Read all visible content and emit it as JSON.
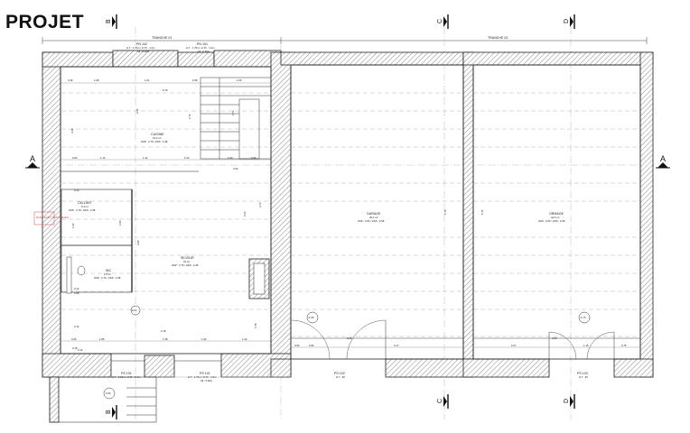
{
  "title": "PROJET",
  "sections": {
    "A": "A",
    "B": "B",
    "C": "C",
    "D": "D"
  },
  "tranches": {
    "t1": "TRANCHE 01",
    "t2": "TRANCHE 02"
  },
  "rooms": {
    "cuisine": {
      "name": "CUISINE",
      "area": "15,2 m²",
      "hsp": "HSP : 2.76 / HSS : 2.38"
    },
    "cellier": {
      "name": "CELLIER",
      "area": "5,4 m²",
      "hsp": "HSP : 2.76 / HSS : 2.38"
    },
    "wc": {
      "name": "WC",
      "area": "1,5 m²",
      "hsp": "HSP : 2.76 / HSS : 2.38"
    },
    "sejour": {
      "name": "SEJOUR",
      "area": "33 m²",
      "hsp": "HSP : 2.76 / HSS : 2.38"
    },
    "garage": {
      "name": "GARAGE",
      "area": "45,4 m²",
      "hsp": "HSP : 2.84 / HSS : 2.58"
    },
    "ordinage": {
      "name": "ORMAGE",
      "area": "44,5 m²",
      "hsp": "HSP : 2.84 / HSS : 2.58"
    }
  },
  "openings": {
    "pn102": {
      "code": "PN 102",
      "size": "H.T : 1.70m / H.Th : 1.0m",
      "al": "All : 0.90m"
    },
    "pn101": {
      "code": "PN 101",
      "size": "H.T : 1.70m / H.Th : 1.0m",
      "al": "All : 0.90m"
    },
    "ps101a": {
      "code": "PS 101",
      "size": "H.T : 2.15m / H.Th : 2.1m"
    },
    "ps101b": {
      "code": "PS 101",
      "size": "H.T : 1.70m / H.Th : 1.0m",
      "al": "All : 0.90m"
    },
    "ps102": {
      "code": "PS 102",
      "size": "H.T : 82"
    },
    "ps103": {
      "code": "PS 103",
      "size": "H.T : 82"
    }
  },
  "dimensions": {
    "top_row": [
      "0.48",
      "1.98",
      "1.61",
      "2.08",
      "1.65"
    ],
    "d_076": "0.76",
    "d_242": "2.42",
    "d_272": "2.72",
    "d_348": "3.48",
    "d_270": "2.70",
    "mid_row": [
      "0.82",
      "1.13",
      "1.42",
      "1.02",
      "0.30",
      "0.96"
    ],
    "d_300": "3.00",
    "d_010": "0.10",
    "d_152": "1.52",
    "d_180": "1.80",
    "d_399": "3.99",
    "d_603": "6.03",
    "d_373": "3.73",
    "d_578": "5.78",
    "d_576": "5.76",
    "d_218": "2.18",
    "bot_row": [
      "0.66",
      "1.85",
      "1.38",
      "1.06",
      "1.42"
    ],
    "d_018": "0.18",
    "d_012": "0.12",
    "d_008": "0.08",
    "garage_row": [
      "0.50",
      "2.86",
      "6.03",
      "3.17"
    ],
    "ordinage_row": [
      "2.07",
      "0.00",
      "1.15",
      "0.75"
    ],
    "d_158": "1.58"
  },
  "levels": {
    "l1": "-1.65",
    "l2": "-1.75",
    "l3": "-0.04",
    "l4": "0.00"
  },
  "note": "MURS EXIST. CONSERVES",
  "colors": {
    "ink": "#222222",
    "grid": "#b0b0b0",
    "note": "#d44444"
  }
}
